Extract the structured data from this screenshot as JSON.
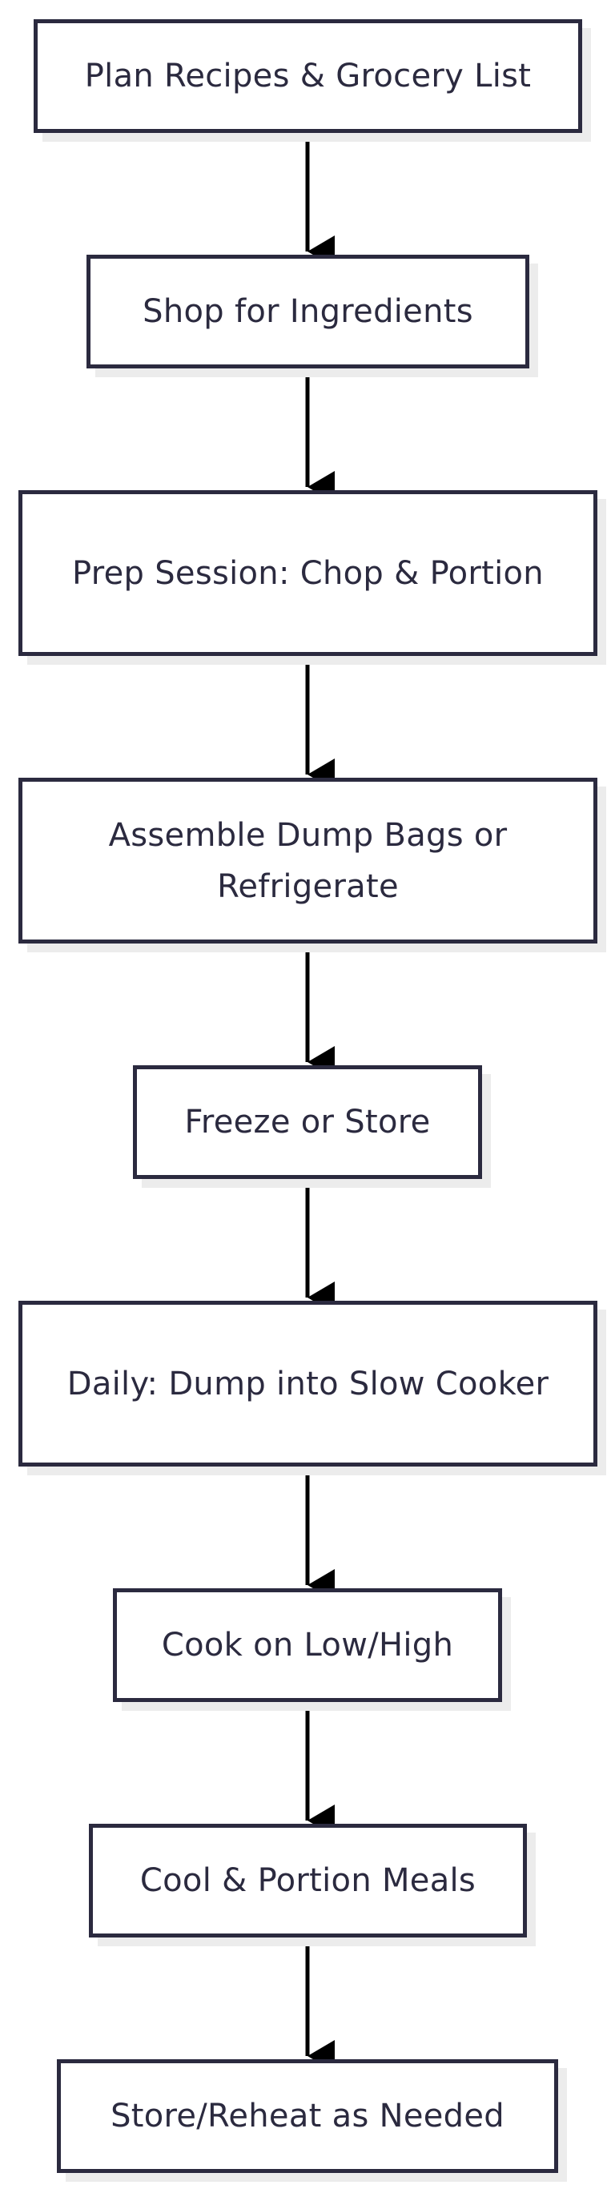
{
  "diagram": {
    "type": "flowchart",
    "direction": "top-to-bottom",
    "colors": {
      "background": "#ffffff",
      "node_border": "#2b2a3f",
      "node_text": "#2b2a3f",
      "node_fill": "#ffffff",
      "node_shadow": "#ececec",
      "edge": "#000000"
    },
    "nodes": [
      {
        "id": "n1",
        "label": "Plan Recipes & Grocery List"
      },
      {
        "id": "n2",
        "label": "Shop for Ingredients"
      },
      {
        "id": "n3",
        "label": "Prep Session: Chop & Portion"
      },
      {
        "id": "n4",
        "label": "Assemble Dump Bags or Refrigerate"
      },
      {
        "id": "n5",
        "label": "Freeze or Store"
      },
      {
        "id": "n6",
        "label": "Daily: Dump into Slow Cooker"
      },
      {
        "id": "n7",
        "label": "Cook on Low/High"
      },
      {
        "id": "n8",
        "label": "Cool & Portion Meals"
      },
      {
        "id": "n9",
        "label": "Store/Reheat as Needed"
      }
    ],
    "edges": [
      {
        "from": "n1",
        "to": "n2"
      },
      {
        "from": "n2",
        "to": "n3"
      },
      {
        "from": "n3",
        "to": "n4"
      },
      {
        "from": "n4",
        "to": "n5"
      },
      {
        "from": "n5",
        "to": "n6"
      },
      {
        "from": "n6",
        "to": "n7"
      },
      {
        "from": "n7",
        "to": "n8"
      },
      {
        "from": "n8",
        "to": "n9"
      }
    ]
  }
}
